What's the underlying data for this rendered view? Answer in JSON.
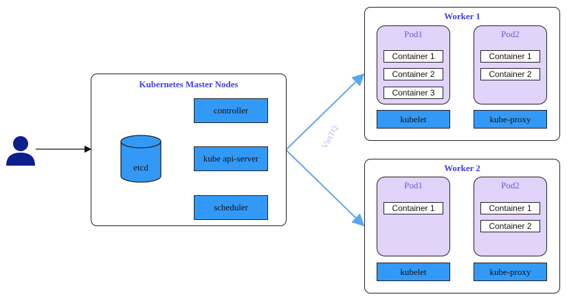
{
  "master": {
    "title": "Kubernetes Master Nodes",
    "controller": "controller",
    "api_server": "kube api-server",
    "scheduler": "scheduler",
    "etcd": "etcd"
  },
  "workers": [
    {
      "title": "Worker 1",
      "pods": [
        {
          "name": "Pod1",
          "containers": [
            "Container 1",
            "Container 2",
            "Container 3"
          ]
        },
        {
          "name": "Pod2",
          "containers": [
            "Container 1",
            "Container 2"
          ]
        }
      ],
      "kubelet": "kubelet",
      "kube_proxy": "kube-proxy"
    },
    {
      "title": "Worker 2",
      "pods": [
        {
          "name": "Pod1",
          "containers": [
            "Container 1"
          ]
        },
        {
          "name": "Pod2",
          "containers": [
            "Container 1",
            "Container 2"
          ]
        }
      ],
      "kubelet": "kubelet",
      "kube_proxy": "kube-proxy"
    }
  ],
  "watermark": "VietTQ",
  "colors": {
    "component_blue": "#3399f6",
    "pod_purple": "#e2d3fb",
    "title_blue": "#3d3df0",
    "arrow_light": "#8f8ff5",
    "arrow_sky": "#5aa7f0",
    "user_icon": "#0d1f8c"
  }
}
